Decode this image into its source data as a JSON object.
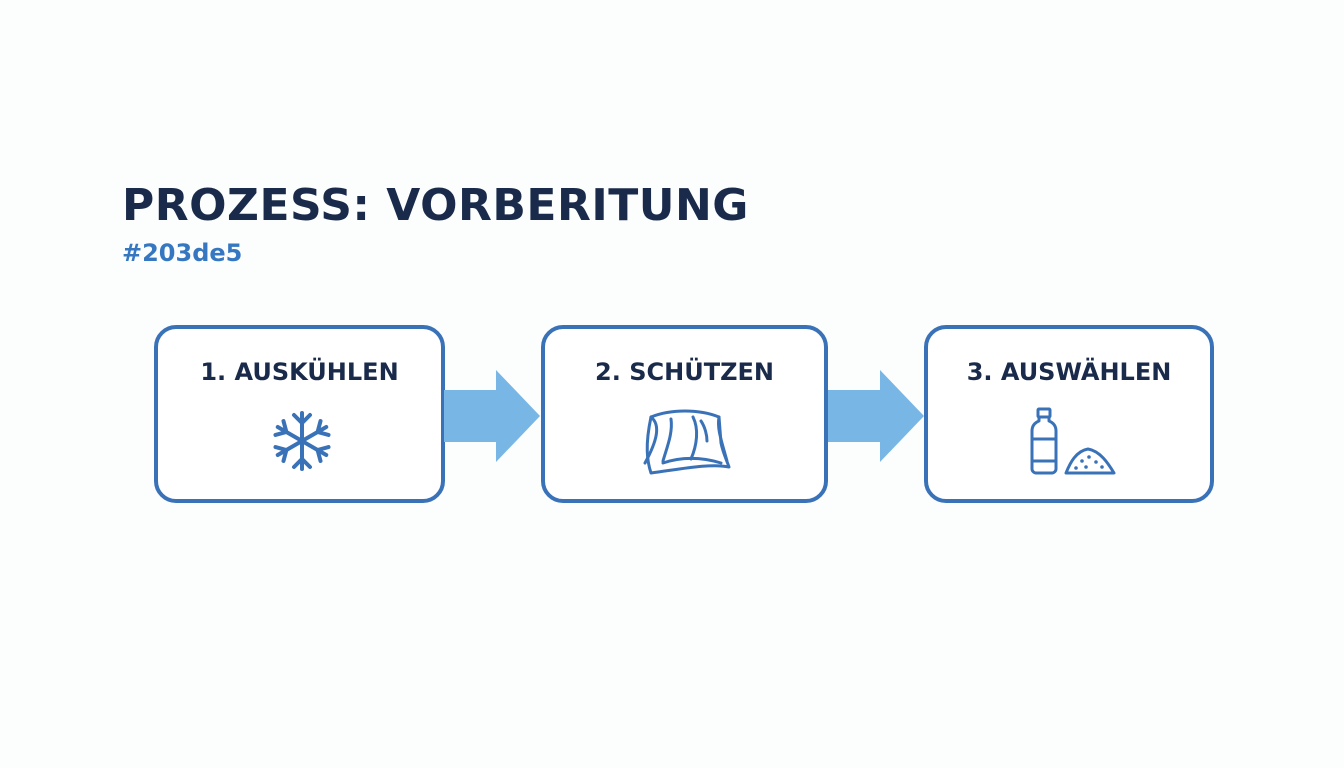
{
  "title": "PROZESS: VORBERITUNG",
  "subtitle": "#203de5",
  "colors": {
    "title": "#1a2a4a",
    "subtitle": "#3577c0",
    "box_border": "#3a72b8",
    "icon": "#3a72b8",
    "arrow": "#78b6e6"
  },
  "steps": [
    {
      "label": "1. AUSKÜHLEN",
      "icon": "snowflake-icon"
    },
    {
      "label": "2. SCHÜTZEN",
      "icon": "cover-cloth-icon"
    },
    {
      "label": "3. AUSWÄHLEN",
      "icon": "bottle-and-powder-icon"
    }
  ]
}
